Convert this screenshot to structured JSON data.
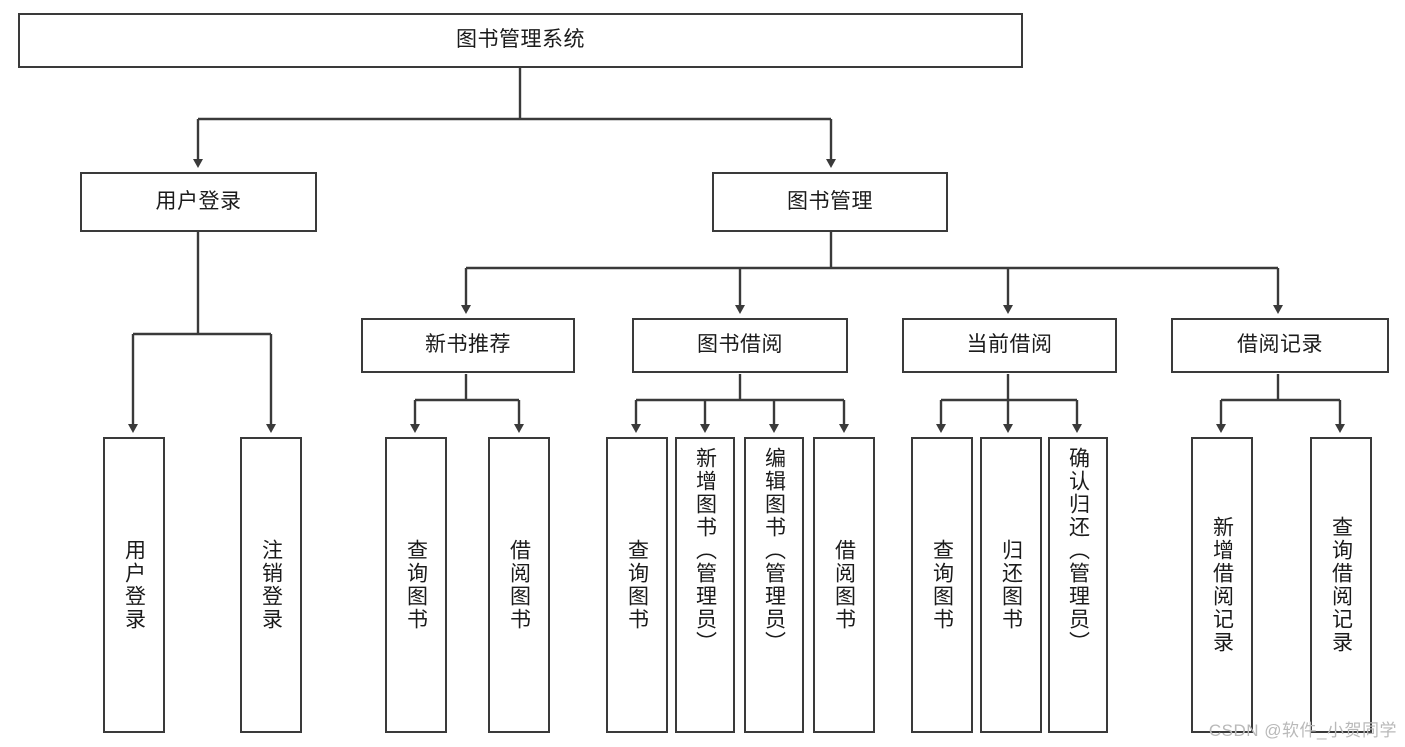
{
  "diagram": {
    "type": "tree",
    "title": "图书管理系统",
    "watermark": "CSDN @软件_小贺同学",
    "colors": {
      "stroke": "#3a3a3a",
      "fill": "#ffffff",
      "text": "#1b1b1b",
      "watermark": "#b9b9b9"
    },
    "levels": {
      "root": "图书管理系统",
      "level2": [
        "用户登录",
        "图书管理"
      ],
      "level3": [
        "新书推荐",
        "图书借阅",
        "当前借阅",
        "借阅记录"
      ]
    },
    "nodes": {
      "root": {
        "label": "图书管理系统"
      },
      "user_login": {
        "label": "用户登录"
      },
      "book_manage": {
        "label": "图书管理"
      },
      "new_book_rec": {
        "label": "新书推荐"
      },
      "book_borrow": {
        "label": "图书借阅"
      },
      "current_borrow": {
        "label": "当前借阅"
      },
      "borrow_record": {
        "label": "借阅记录"
      },
      "leaf_user_login": {
        "label": "用户登录"
      },
      "leaf_user_logout": {
        "label": "注销登录"
      },
      "leaf_query_book_1": {
        "label": "查询图书"
      },
      "leaf_borrow_book_1": {
        "label": "借阅图书"
      },
      "leaf_query_book_2": {
        "label": "查询图书"
      },
      "leaf_add_book_admin": {
        "label": "新增图书（管理员）"
      },
      "leaf_edit_book_admin": {
        "label": "编辑图书（管理员）"
      },
      "leaf_borrow_book_2": {
        "label": "借阅图书"
      },
      "leaf_query_book_3": {
        "label": "查询图书"
      },
      "leaf_return_book": {
        "label": "归还图书"
      },
      "leaf_confirm_return_admin": {
        "label": "确认归还（管理员）"
      },
      "leaf_add_borrow_record": {
        "label": "新增借阅记录"
      },
      "leaf_query_borrow_record": {
        "label": "查询借阅记录"
      }
    },
    "edges": [
      {
        "from": "root",
        "to": "user_login"
      },
      {
        "from": "root",
        "to": "book_manage"
      },
      {
        "from": "user_login",
        "to": "leaf_user_login"
      },
      {
        "from": "user_login",
        "to": "leaf_user_logout"
      },
      {
        "from": "book_manage",
        "to": "new_book_rec"
      },
      {
        "from": "book_manage",
        "to": "book_borrow"
      },
      {
        "from": "book_manage",
        "to": "current_borrow"
      },
      {
        "from": "book_manage",
        "to": "borrow_record"
      },
      {
        "from": "new_book_rec",
        "to": "leaf_query_book_1"
      },
      {
        "from": "new_book_rec",
        "to": "leaf_borrow_book_1"
      },
      {
        "from": "book_borrow",
        "to": "leaf_query_book_2"
      },
      {
        "from": "book_borrow",
        "to": "leaf_add_book_admin"
      },
      {
        "from": "book_borrow",
        "to": "leaf_edit_book_admin"
      },
      {
        "from": "book_borrow",
        "to": "leaf_borrow_book_2"
      },
      {
        "from": "current_borrow",
        "to": "leaf_query_book_3"
      },
      {
        "from": "current_borrow",
        "to": "leaf_return_book"
      },
      {
        "from": "current_borrow",
        "to": "leaf_confirm_return_admin"
      },
      {
        "from": "borrow_record",
        "to": "leaf_add_borrow_record"
      },
      {
        "from": "borrow_record",
        "to": "leaf_query_borrow_record"
      }
    ]
  }
}
